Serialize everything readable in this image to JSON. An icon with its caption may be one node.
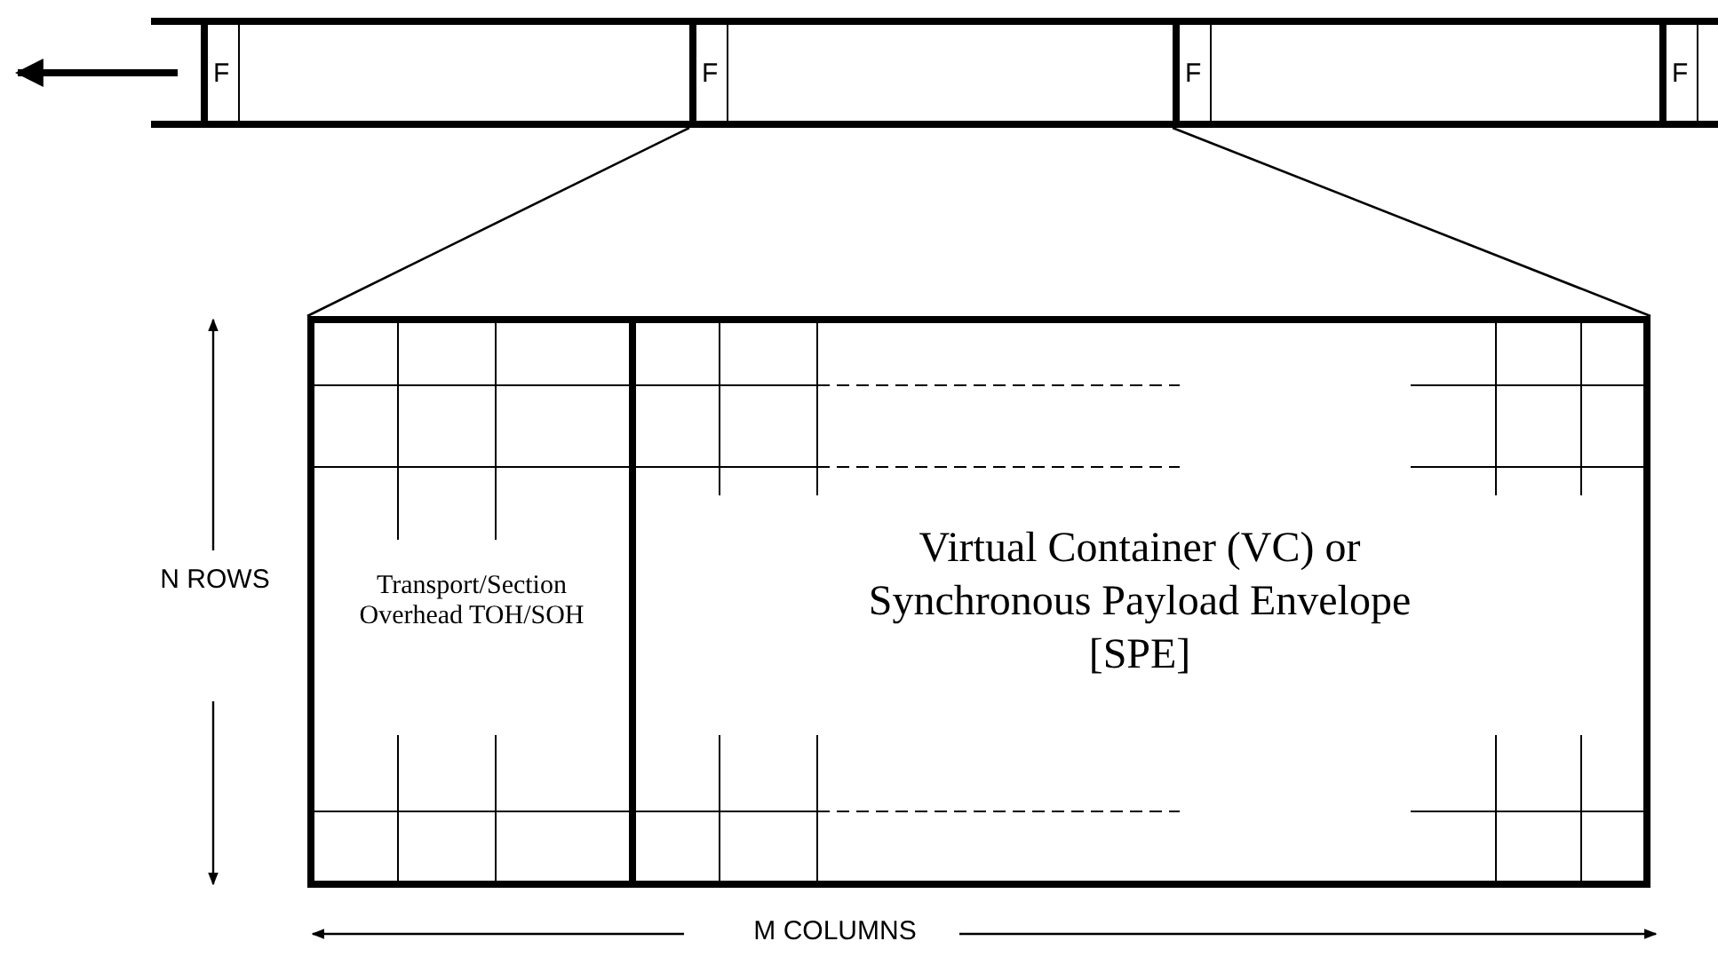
{
  "diagram": {
    "nodes": [
      {
        "text": [
          "F"
        ]
      },
      {
        "text": [
          "F"
        ]
      },
      {
        "text": [
          "F"
        ]
      },
      {
        "text": [
          "F"
        ]
      },
      {
        "text": [],
        "shape": "box"
      },
      {
        "text": [
          "Transport/Section Overhead TOH/SOH"
        ],
        "in": 4
      },
      {
        "text": [
          "Virtual Container (VC) or Synchronous Payload Envelope [SPE]"
        ],
        "in": 4
      }
    ],
    "edges": [
      {
        "from": 1,
        "to": 4,
        "arrow": "none"
      },
      {
        "from": 2,
        "to": 4,
        "arrow": "none"
      }
    ],
    "labels": [
      "N ROWS",
      "M COLUMNS"
    ]
  }
}
